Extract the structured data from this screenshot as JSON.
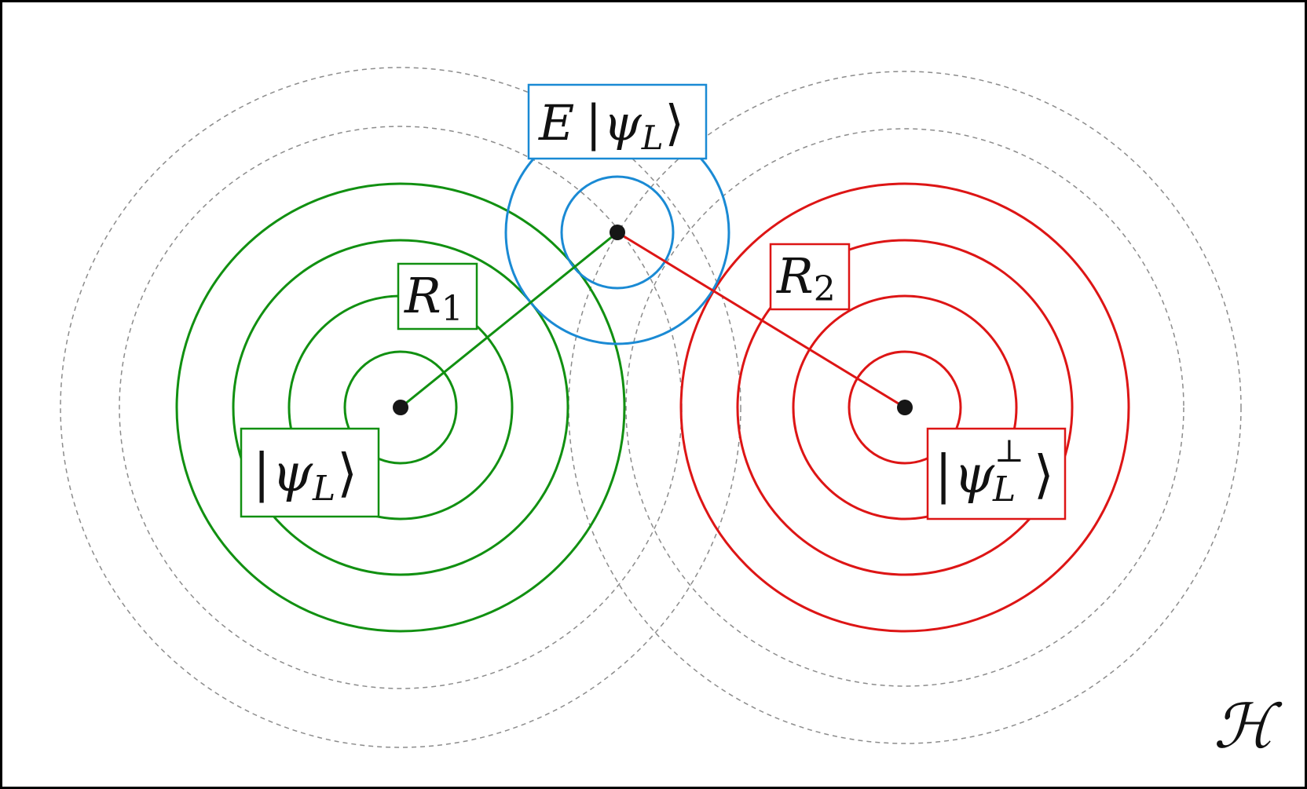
{
  "colors": {
    "green": "#119011",
    "red": "#dd1515",
    "blue": "#1a8ad4",
    "grey": "#8c8c8c",
    "frame": "#000000",
    "point": "#161616"
  },
  "labels": {
    "psi_l": {
      "bar": "|",
      "psi": "ψ",
      "sub": "L",
      "angle": "⟩"
    },
    "psi_perp": {
      "bar": "|",
      "psi": "ψ",
      "sup": "⊥",
      "sub": "L",
      "angle": "⟩"
    },
    "e_psi": {
      "op": "E",
      "bar": "|",
      "psi": "ψ",
      "sub": "L",
      "angle": "⟩"
    },
    "r1": {
      "letter": "R",
      "sub": "1"
    },
    "r2": {
      "letter": "R",
      "sub": "2"
    },
    "space": "ℋ"
  }
}
